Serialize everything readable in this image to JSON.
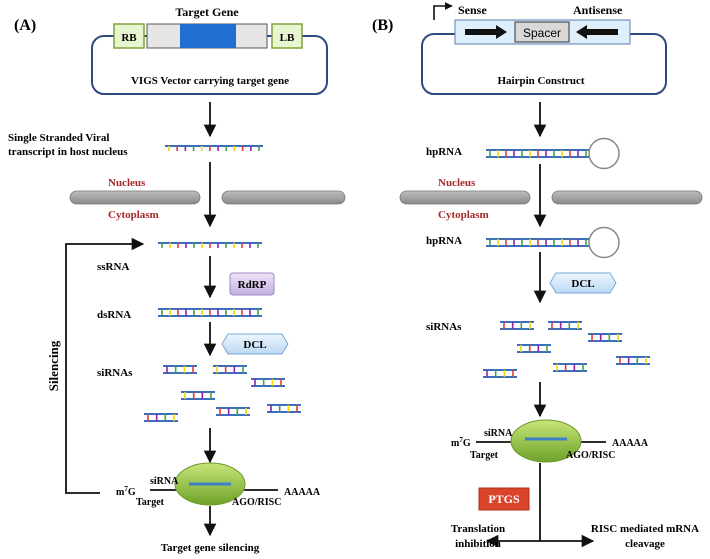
{
  "colors": {
    "vector_line": "#2f4a7f",
    "label_red": "#a52a2a",
    "gene_blue": "#1f6fd1",
    "box_fill": "#e6e6e6",
    "rb_lb_fill": "#e9f5d0",
    "rb_lb_stroke": "#7da33a",
    "rdrp_fill": "#d9c7ec",
    "dcl_fill": "#d7e8fb",
    "ptgs_fill": "#d9442b",
    "risc_fill": "#8fc23b",
    "strand": "#3a6fc0",
    "membrane": "#9a9a9a",
    "hairpin_fill": "#dfeefb"
  },
  "panel_a": {
    "label": "(A)",
    "target_gene": "Target Gene",
    "rb": "RB",
    "lb": "LB",
    "vector_caption": "VIGS Vector carrying target gene",
    "transcript_line1": "Single Stranded Viral",
    "transcript_line2": "transcript in host nucleus",
    "nucleus": "Nucleus",
    "cytoplasm": "Cytoplasm",
    "ssrna": "ssRNA",
    "rdrp": "RdRP",
    "dsrna": "dsRNA",
    "dcl": "DCL",
    "sirnas": "siRNAs",
    "silencing": "Silencing",
    "sirna": "siRNA",
    "m7g_main": "m",
    "m7g_sup": "7",
    "m7g_end": "G",
    "target": "Target",
    "poly_a": "AAAAA",
    "ago_risc": "AGO/RISC",
    "result": "Target gene silencing"
  },
  "panel_b": {
    "label": "(B)",
    "sense": "Sense",
    "antisense": "Antisense",
    "spacer": "Spacer",
    "construct_caption": "Hairpin Construct",
    "hprna": "hpRNA",
    "nucleus": "Nucleus",
    "cytoplasm": "Cytoplasm",
    "hprna2": "hpRNA",
    "dcl": "DCL",
    "sirnas": "siRNAs",
    "sirna": "siRNA",
    "m7g_main": "m",
    "m7g_sup": "7",
    "m7g_end": "G",
    "target": "Target",
    "poly_a": "AAAAA",
    "ago_risc": "AGO/RISC",
    "ptgs": "PTGS",
    "translation_line1": "Translation",
    "translation_line2": "inhibition",
    "cleavage_line1": "RISC mediated mRNA",
    "cleavage_line2": "cleavage"
  }
}
